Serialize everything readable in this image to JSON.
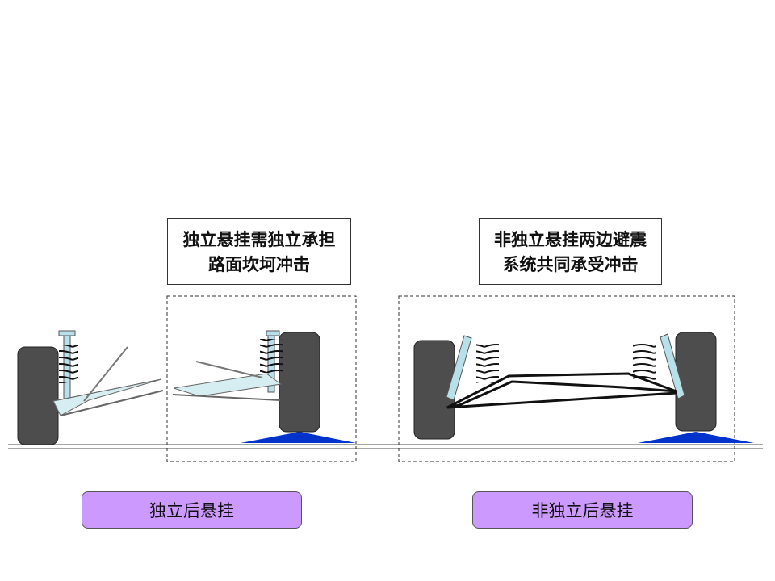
{
  "callouts": {
    "independent": [
      "独立悬挂需独立承担",
      "路面坎坷冲击"
    ],
    "dependent": [
      "非独立悬挂两边避震",
      "系统共同承受冲击"
    ]
  },
  "labels": {
    "independent": "独立后悬挂",
    "dependent": "非独立后悬挂"
  },
  "colors": {
    "tire": "#4d4d4d",
    "bump": "#0033cc",
    "label_fill": "#cc99ff",
    "damper": "#b8e0ea",
    "arm": "#d6eef2"
  }
}
